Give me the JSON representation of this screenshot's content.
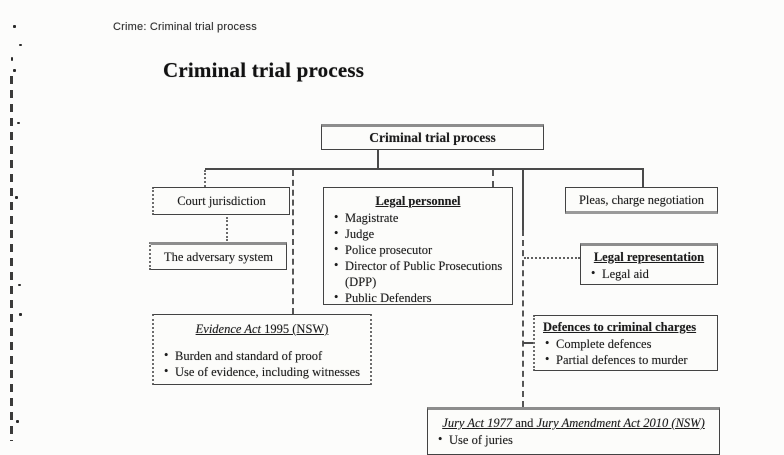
{
  "page": {
    "running_head": "Crime: Criminal trial process",
    "title": "Criminal trial process"
  },
  "diagram": {
    "root": {
      "label": "Criminal trial process"
    },
    "court_jurisdiction": {
      "label": "Court jurisdiction"
    },
    "adversary_system": {
      "label": "The adversary system"
    },
    "legal_personnel": {
      "title": "Legal personnel",
      "items": [
        "Magistrate",
        "Judge",
        "Police prosecutor",
        "Director of Public Prosecutions (DPP)",
        "Public Defenders"
      ]
    },
    "pleas": {
      "label": "Pleas, charge negotiation"
    },
    "legal_representation": {
      "title": "Legal representation",
      "items": [
        "Legal aid"
      ]
    },
    "evidence_act": {
      "title_italic": "Evidence Act",
      "title_rest": " 1995 (NSW)",
      "items": [
        "Burden and standard of proof",
        "Use of evidence, including witnesses"
      ]
    },
    "defences": {
      "title": "Defences to criminal charges",
      "items": [
        "Complete defences",
        "Partial defences to murder"
      ]
    },
    "jury": {
      "title_italic_1": "Jury Act 1977",
      "title_mid": " and ",
      "title_italic_2": "Jury Amendment Act 2010 (NSW)",
      "items": [
        "Use of juries"
      ]
    }
  }
}
